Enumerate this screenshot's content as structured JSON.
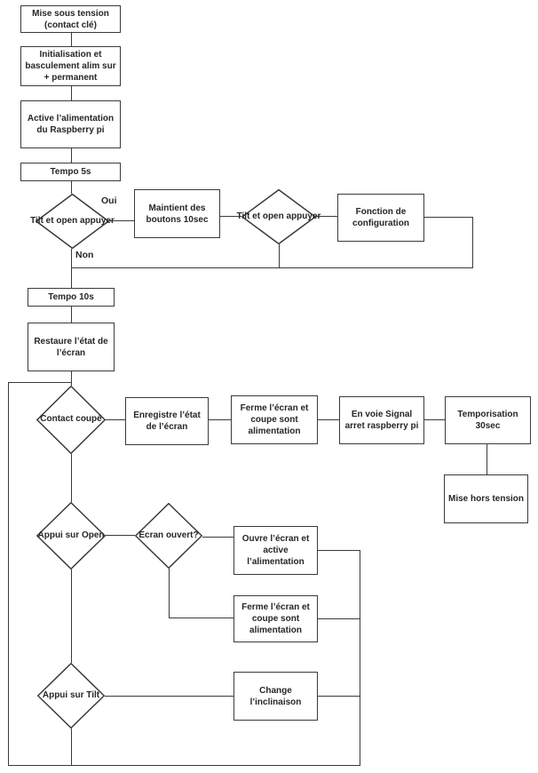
{
  "diagram": {
    "nodes": {
      "mise_sous_tension": "Mise sous tension (contact clé)",
      "initialisation": "Initialisation et basculement alim sur + permanent",
      "active_alim": "Active l’alimentation du Raspberry pi",
      "tempo_5s": "Tempo 5s",
      "tilt_open_1": "Tilt et open appuyer",
      "maintient_boutons": "Maintient des boutons 10sec",
      "tilt_open_2": "Tilt et open appuyer",
      "fonction_configuration": "Fonction de configuration",
      "tempo_10s": "Tempo 10s",
      "restaure_etat": "Restaure l’état de l’écran",
      "contact_coupe": "Contact coupé",
      "enregistre_etat": "Enregistre l’état de l’écran",
      "ferme_ecran_1": "Ferme l’écran et coupe sont alimentation",
      "envoie_signal": "En voie Signal arret raspberry pi",
      "temporisation_30": "Temporisation 30sec",
      "mise_hors_tension": "Mise hors tension",
      "appui_open": "Appui sur Open",
      "ecran_ouvert": "Ecran ouvert?",
      "ouvre_ecran": "Ouvre l’écran et active l’alimentation",
      "ferme_ecran_2": "Ferme l’écran et coupe sont alimentation",
      "appui_tilt": "Appui sur Tilt",
      "change_inclinaison": "Change l’inclinaison"
    },
    "edge_labels": {
      "oui": "Oui",
      "non": "Non"
    },
    "colors": {
      "line": "#3a3a3a",
      "text": "#262626",
      "background": "#ffffff"
    }
  }
}
